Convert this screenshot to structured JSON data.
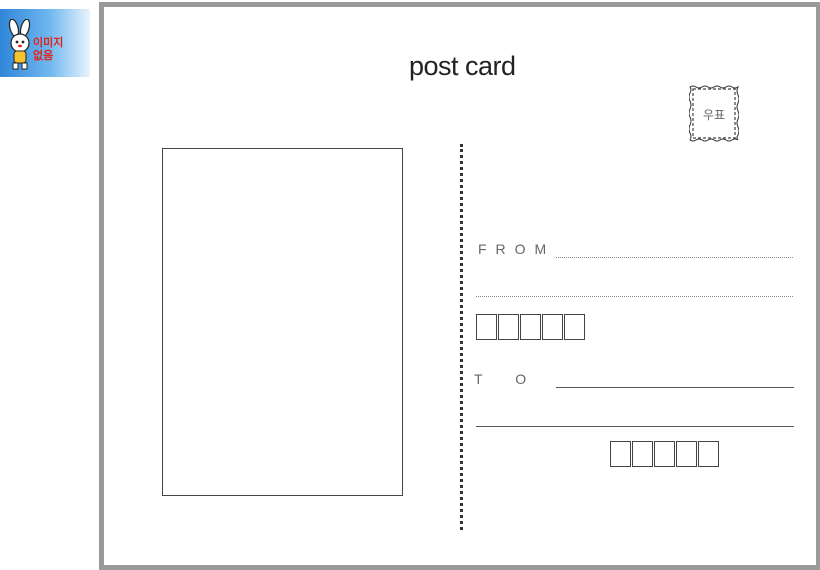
{
  "badge": {
    "line1": "이미지",
    "line2": "없음"
  },
  "postcard": {
    "title": "post card",
    "stamp_label": "우표",
    "from_label": "FROM",
    "to_label": "TO",
    "zip_box_count": 5
  }
}
